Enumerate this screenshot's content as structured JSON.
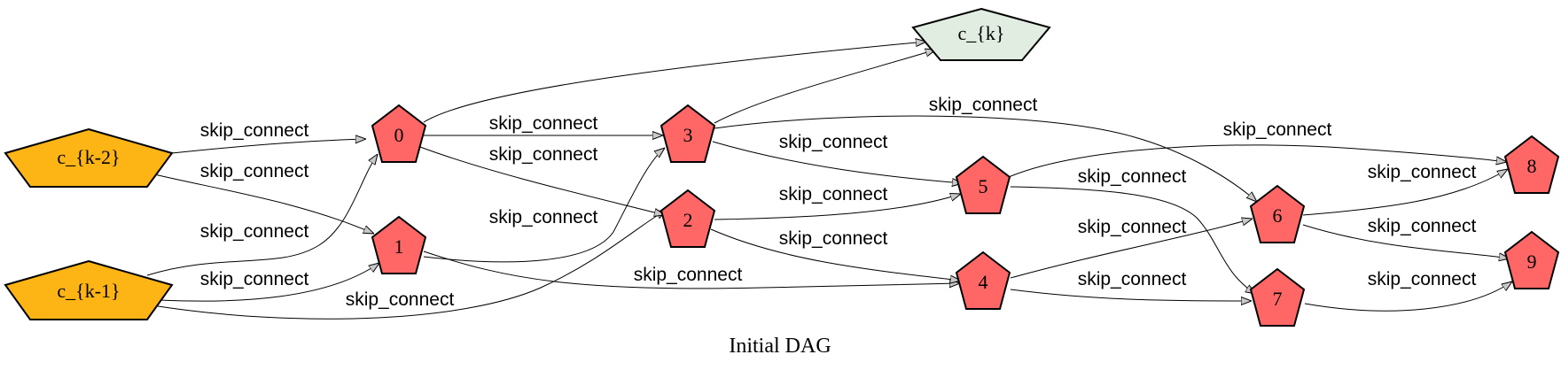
{
  "title": "Initial DAG",
  "colors": {
    "input_fill": "#fdb515",
    "output_fill": "#e0ede0",
    "op_fill": "#ff6666",
    "edge": "#000000",
    "arrow_fill": "#c8c8c8"
  },
  "nodes": [
    {
      "id": "ck2",
      "label": "c_{k-2}",
      "kind": "input"
    },
    {
      "id": "ck1",
      "label": "c_{k-1}",
      "kind": "input"
    },
    {
      "id": "ck",
      "label": "c_{k}",
      "kind": "output"
    },
    {
      "id": "n0",
      "label": "0",
      "kind": "op"
    },
    {
      "id": "n1",
      "label": "1",
      "kind": "op"
    },
    {
      "id": "n2",
      "label": "2",
      "kind": "op"
    },
    {
      "id": "n3",
      "label": "3",
      "kind": "op"
    },
    {
      "id": "n4",
      "label": "4",
      "kind": "op"
    },
    {
      "id": "n5",
      "label": "5",
      "kind": "op"
    },
    {
      "id": "n6",
      "label": "6",
      "kind": "op"
    },
    {
      "id": "n7",
      "label": "7",
      "kind": "op"
    },
    {
      "id": "n8",
      "label": "8",
      "kind": "op"
    },
    {
      "id": "n9",
      "label": "9",
      "kind": "op"
    }
  ],
  "edges": [
    {
      "from": "ck2",
      "to": "n0",
      "label": "skip_connect"
    },
    {
      "from": "ck2",
      "to": "n1",
      "label": "skip_connect"
    },
    {
      "from": "ck1",
      "to": "n0",
      "label": "skip_connect"
    },
    {
      "from": "ck1",
      "to": "n1",
      "label": "skip_connect"
    },
    {
      "from": "ck1",
      "to": "n2",
      "label": "skip_connect"
    },
    {
      "from": "n0",
      "to": "n3",
      "label": "skip_connect"
    },
    {
      "from": "n0",
      "to": "n2",
      "label": "skip_connect"
    },
    {
      "from": "n1",
      "to": "n3",
      "label": "skip_connect"
    },
    {
      "from": "n1",
      "to": "n4",
      "label": "skip_connect"
    },
    {
      "from": "n3",
      "to": "n6",
      "label": "skip_connect"
    },
    {
      "from": "n3",
      "to": "n5",
      "label": "skip_connect"
    },
    {
      "from": "n2",
      "to": "n5",
      "label": "skip_connect"
    },
    {
      "from": "n2",
      "to": "n4",
      "label": "skip_connect"
    },
    {
      "from": "n5",
      "to": "n8",
      "label": "skip_connect"
    },
    {
      "from": "n5",
      "to": "n7",
      "label": "skip_connect"
    },
    {
      "from": "n4",
      "to": "n6",
      "label": "skip_connect"
    },
    {
      "from": "n4",
      "to": "n7",
      "label": "skip_connect"
    },
    {
      "from": "n6",
      "to": "n8",
      "label": "skip_connect"
    },
    {
      "from": "n6",
      "to": "n9",
      "label": "skip_connect"
    },
    {
      "from": "n7",
      "to": "n9",
      "label": "skip_connect"
    },
    {
      "from": "n0",
      "to": "ck",
      "label": ""
    },
    {
      "from": "n3",
      "to": "ck",
      "label": ""
    }
  ]
}
